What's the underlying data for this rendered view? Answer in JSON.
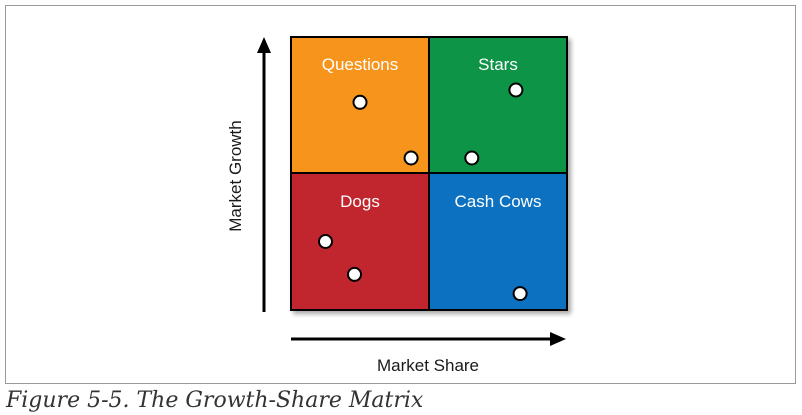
{
  "figure": {
    "caption": "Figure 5-5. The Growth-Share Matrix",
    "x_axis_label": "Market Share",
    "y_axis_label": "Market Growth",
    "border_color": "#000000",
    "dot_fill": "#ffffff",
    "dot_stroke": "#000000"
  },
  "quadrants": [
    {
      "id": "questions",
      "label": "Questions",
      "color": "#f7941d"
    },
    {
      "id": "stars",
      "label": "Stars",
      "color": "#0a9447"
    },
    {
      "id": "dogs",
      "label": "Dogs",
      "color": "#c1272d"
    },
    {
      "id": "cash-cows",
      "label": "Cash Cows",
      "color": "#0b71c1"
    }
  ],
  "points": [
    {
      "quadrant": "questions",
      "u": 0.5,
      "v": 0.48
    },
    {
      "quadrant": "questions",
      "u": 0.87,
      "v": 0.89
    },
    {
      "quadrant": "stars",
      "u": 0.63,
      "v": 0.39
    },
    {
      "quadrant": "stars",
      "u": 0.31,
      "v": 0.89
    },
    {
      "quadrant": "dogs",
      "u": 0.25,
      "v": 0.5
    },
    {
      "quadrant": "dogs",
      "u": 0.46,
      "v": 0.74
    },
    {
      "quadrant": "cash-cows",
      "u": 0.66,
      "v": 0.88
    }
  ]
}
